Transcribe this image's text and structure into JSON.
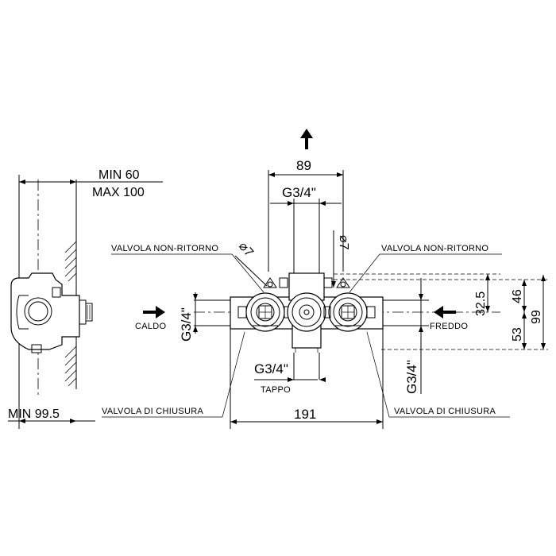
{
  "labels": {
    "valvola_non_ritorno_left": "VALVOLA NON-RITORNO",
    "valvola_non_ritorno_right": "VALVOLA NON-RITORNO",
    "valvola_chiusura_left": "VALVOLA DI CHIUSURA",
    "valvola_chiusura_right": "VALVOLA DI CHIUSURA",
    "caldo": "CALDO",
    "freddo": "FREDDO",
    "tappo": "TAPPO"
  },
  "dimensions": {
    "min_depth": "MIN 60",
    "max_depth": "MAX 100",
    "min_total": "MIN 99.5",
    "outlet_spacing": "89",
    "outlet_thread": "G3/4\"",
    "left_inlet_thread": "G3/4\"",
    "right_inlet_thread": "G3/4\"",
    "tappo_thread": "G3/4\"",
    "overall_width": "191",
    "diameter_left": "⌀7",
    "diameter_right": "⌀7",
    "dim_32_5": "32.5",
    "dim_46": "46",
    "dim_99": "99",
    "dim_53": "53"
  },
  "icons": {
    "outlet_arrow": "arrow-up-icon",
    "hot_inlet_arrow": "arrow-right-icon",
    "cold_inlet_arrow": "arrow-left-icon"
  }
}
